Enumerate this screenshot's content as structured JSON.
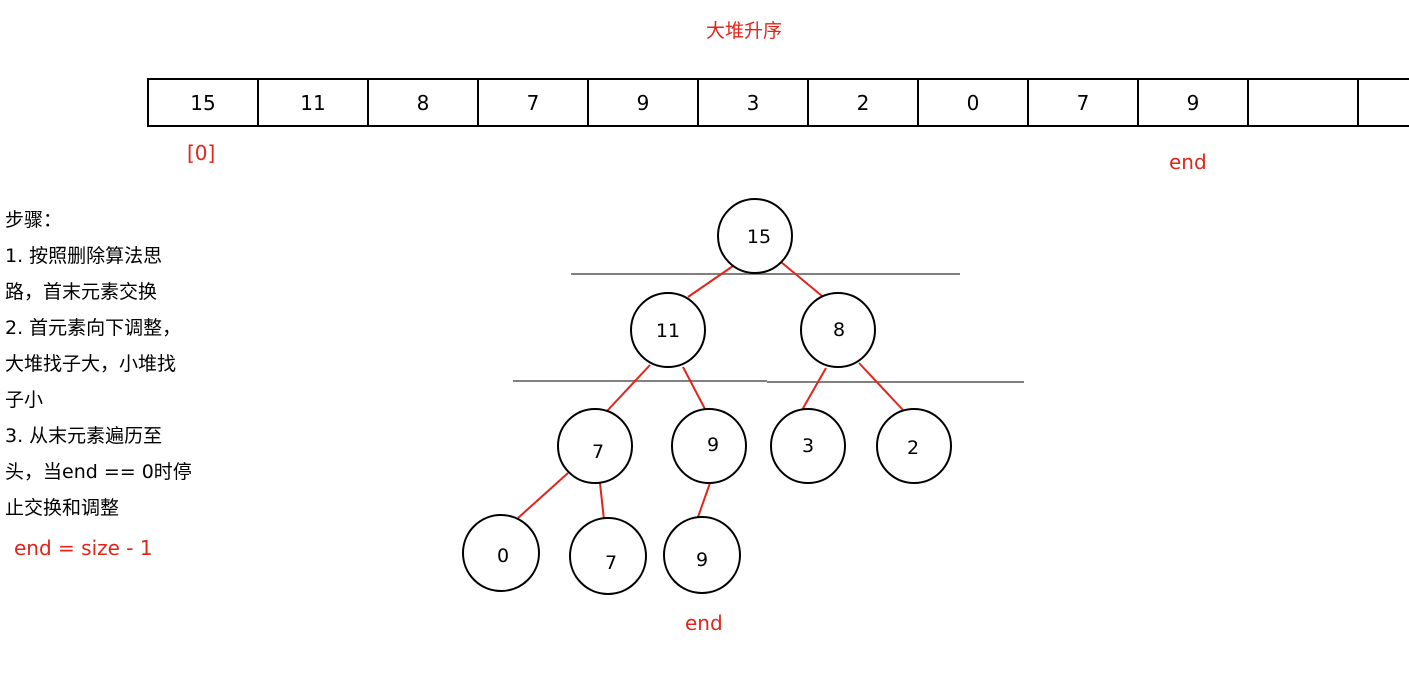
{
  "title": "大堆升序",
  "array": {
    "cells": [
      "15",
      "11",
      "8",
      "7",
      "9",
      "3",
      "2",
      "0",
      "7",
      "9",
      "",
      ""
    ],
    "index_label": "[0]",
    "end_label": "end"
  },
  "steps": {
    "lines": [
      "步骤：",
      "1. 按照删除算法思",
      "路，首末元素交换",
      "2. 首元素向下调整，",
      "大堆找子大，小堆找",
      "子小",
      "3. 从末元素遍历至",
      "头，当end == 0时停",
      "止交换和调整"
    ],
    "formula": "end = size - 1"
  },
  "tree": {
    "nodes": [
      "15",
      "11",
      "8",
      "7",
      "9",
      "3",
      "2",
      "0",
      "7",
      "9"
    ],
    "end_label": "end"
  },
  "colors": {
    "accent": "#e0251b",
    "edge": "#e0251b",
    "divider": "#808080",
    "ink": "#000000"
  }
}
